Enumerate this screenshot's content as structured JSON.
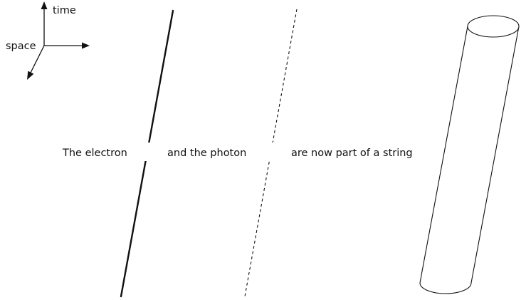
{
  "axes": {
    "time_label": "time",
    "space_label": "space"
  },
  "captions": {
    "electron": "The electron",
    "photon": "and the photon",
    "string": "are now part of a string"
  },
  "colors": {
    "ink": "#111111",
    "background": "#ffffff"
  },
  "line_styles": {
    "electron": "solid",
    "photon": "dashed",
    "string": "tube"
  }
}
